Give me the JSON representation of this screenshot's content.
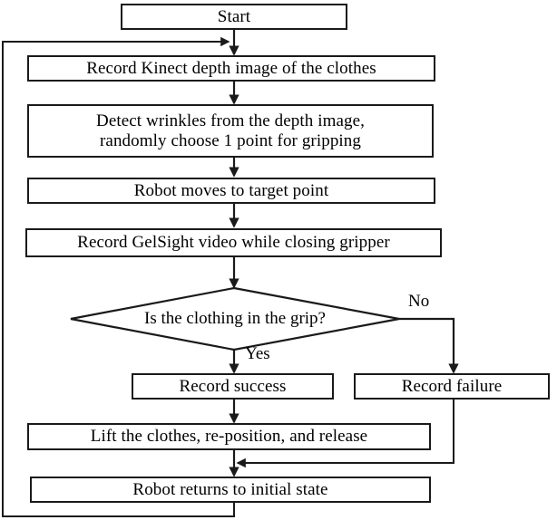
{
  "diagram": {
    "title": "Robot clothes gripping experiment flowchart",
    "background_color": "#ffffff",
    "line_color": "#1a1a1a",
    "text_color": "#000000",
    "nodes": {
      "start": {
        "label": "Start",
        "shape": "rectangle"
      },
      "record_depth": {
        "label": "Record Kinect depth image of the clothes",
        "shape": "rectangle"
      },
      "detect_wrinkles": {
        "label": "Detect wrinkles from the depth image,\nrandomly choose 1 point for gripping",
        "shape": "rectangle"
      },
      "robot_moves": {
        "label": "Robot moves to target point",
        "shape": "rectangle"
      },
      "record_gelsight": {
        "label": "Record GelSight video while closing gripper",
        "shape": "rectangle"
      },
      "decision_grip": {
        "label": "Is the clothing in the grip?",
        "shape": "diamond"
      },
      "record_success": {
        "label": "Record success",
        "shape": "rectangle"
      },
      "record_failure": {
        "label": "Record failure",
        "shape": "rectangle"
      },
      "lift_clothes": {
        "label": "Lift the clothes, re-position, and release",
        "shape": "rectangle"
      },
      "robot_returns": {
        "label": "Robot returns to initial state",
        "shape": "rectangle"
      }
    },
    "edge_labels": {
      "yes": "Yes",
      "no": "No"
    }
  }
}
